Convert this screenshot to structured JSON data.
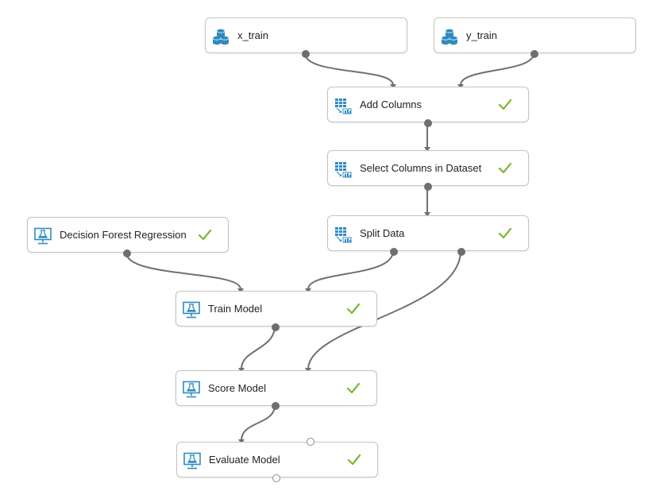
{
  "colors": {
    "icon_teal": "#2e8bc0",
    "check_green": "#7ab92f",
    "edge_gray": "#707070",
    "node_border": "#c4c4c4"
  },
  "nodes": {
    "x_train": {
      "label": "x_train",
      "icon": "dataset-icon",
      "has_check": false
    },
    "y_train": {
      "label": "y_train",
      "icon": "dataset-icon",
      "has_check": false
    },
    "add_columns": {
      "label": "Add Columns",
      "icon": "data-transform-icon",
      "has_check": true
    },
    "select_columns": {
      "label": "Select Columns in Dataset",
      "icon": "data-transform-icon",
      "has_check": true
    },
    "split_data": {
      "label": "Split Data",
      "icon": "data-transform-icon",
      "has_check": true
    },
    "decision_forest": {
      "label": "Decision Forest Regression",
      "icon": "ml-module-icon",
      "has_check": true
    },
    "train_model": {
      "label": "Train Model",
      "icon": "ml-module-icon",
      "has_check": true
    },
    "score_model": {
      "label": "Score Model",
      "icon": "ml-module-icon",
      "has_check": true
    },
    "evaluate_model": {
      "label": "Evaluate Model",
      "icon": "ml-module-icon",
      "has_check": true
    }
  }
}
